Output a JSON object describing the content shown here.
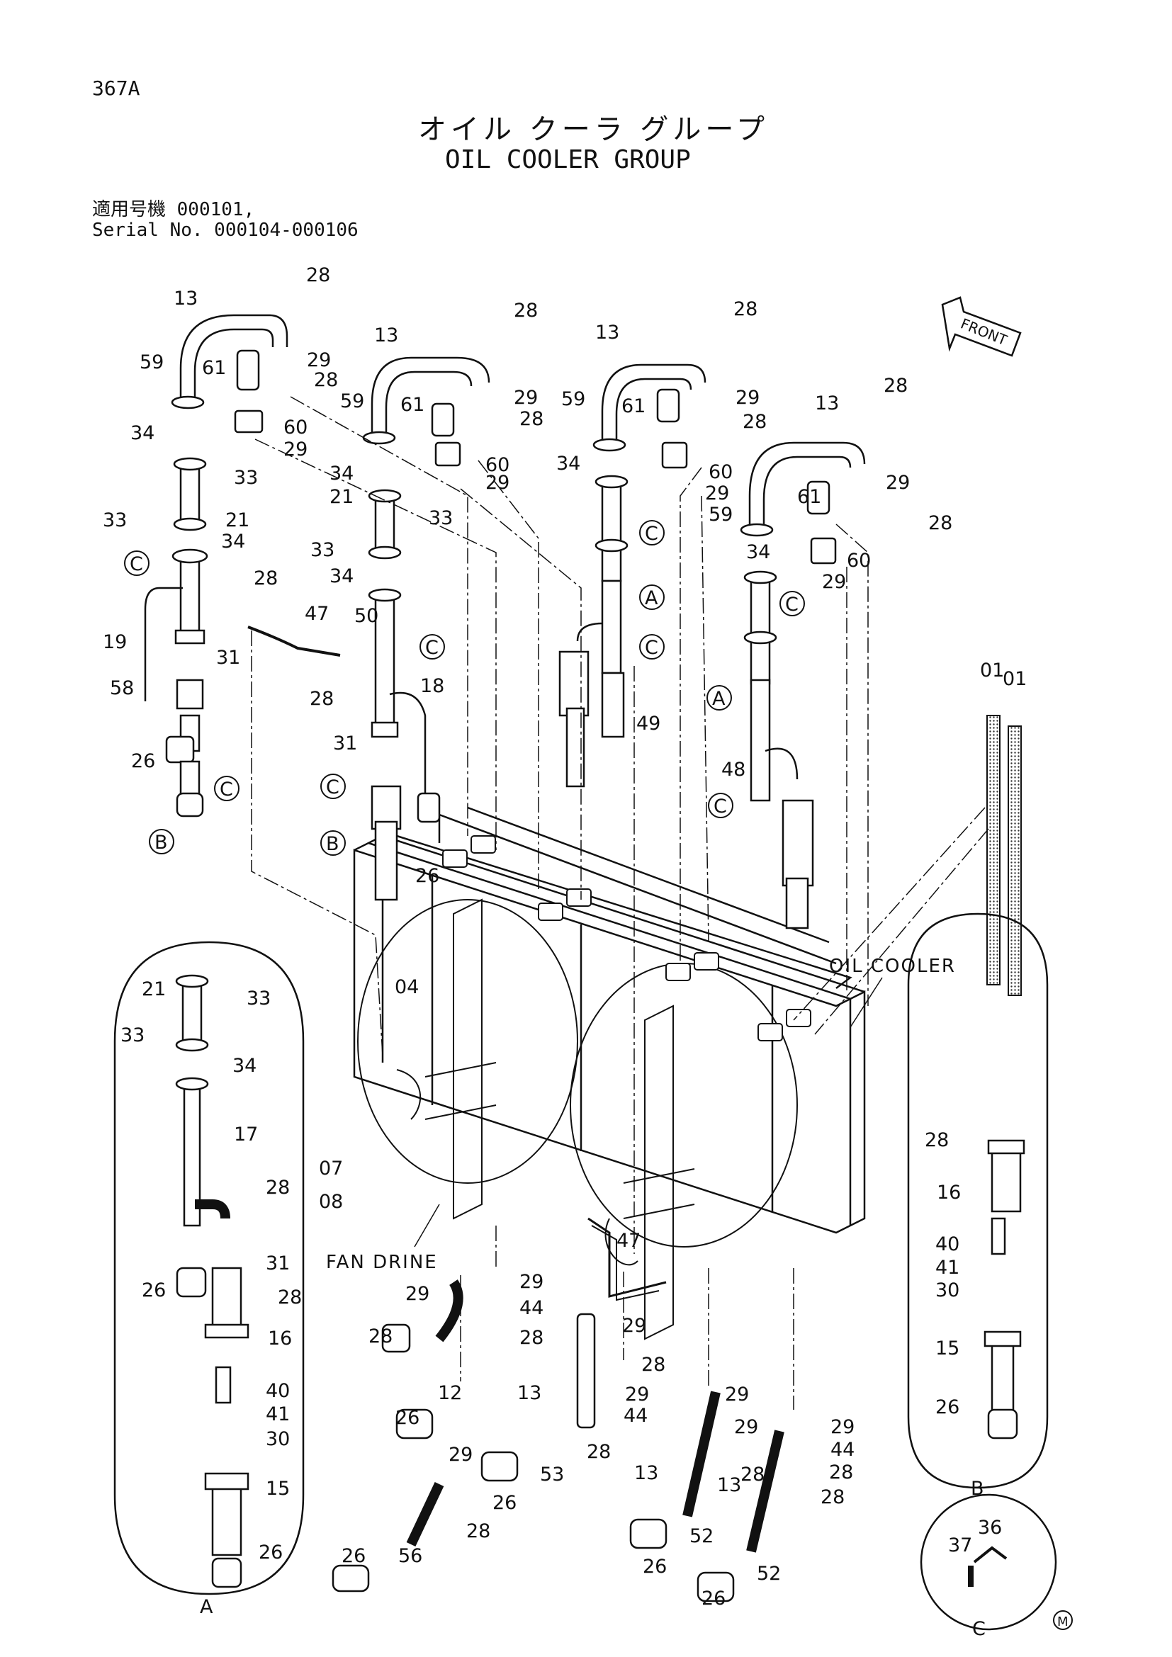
{
  "header": {
    "page_code": "367A",
    "title_jp": "オイル クーラ グループ",
    "title_en": "OIL COOLER GROUP",
    "serial_jp": "適用号機 000101,",
    "serial_en": "Serial No. 000104-000106"
  },
  "captions": {
    "oil_cooler": "OIL COOLER",
    "fan_drive": "FAN DRINE",
    "front": "FRONT",
    "detail_a": "A",
    "detail_b": "B",
    "detail_c": "C",
    "mark": "M"
  },
  "part_labels": [
    {
      "id": "p1",
      "text": "28"
    },
    {
      "id": "p2",
      "text": "13"
    },
    {
      "id": "p3",
      "text": "59"
    },
    {
      "id": "p4",
      "text": "61"
    },
    {
      "id": "p5",
      "text": "29"
    },
    {
      "id": "p6",
      "text": "28"
    },
    {
      "id": "p7",
      "text": "34"
    },
    {
      "id": "p8",
      "text": "60"
    },
    {
      "id": "p9",
      "text": "29"
    },
    {
      "id": "p10",
      "text": "33"
    },
    {
      "id": "p11",
      "text": "33"
    },
    {
      "id": "p12",
      "text": "21"
    },
    {
      "id": "p13",
      "text": "34"
    },
    {
      "id": "p14",
      "text": "28"
    },
    {
      "id": "p15",
      "text": "19"
    },
    {
      "id": "p16",
      "text": "31"
    },
    {
      "id": "p17",
      "text": "58"
    },
    {
      "id": "p18",
      "text": "26"
    },
    {
      "id": "p19",
      "text": "28"
    },
    {
      "id": "p20",
      "text": "13"
    },
    {
      "id": "p21",
      "text": "59"
    },
    {
      "id": "p22",
      "text": "61"
    },
    {
      "id": "p23",
      "text": "29"
    },
    {
      "id": "p24",
      "text": "28"
    },
    {
      "id": "p25",
      "text": "60"
    },
    {
      "id": "p26",
      "text": "29"
    },
    {
      "id": "p27",
      "text": "34"
    },
    {
      "id": "p28",
      "text": "21"
    },
    {
      "id": "p29",
      "text": "33"
    },
    {
      "id": "p30",
      "text": "33"
    },
    {
      "id": "p31",
      "text": "34"
    },
    {
      "id": "p32",
      "text": "47"
    },
    {
      "id": "p33",
      "text": "50"
    },
    {
      "id": "p34",
      "text": "18"
    },
    {
      "id": "p35",
      "text": "28"
    },
    {
      "id": "p36",
      "text": "31"
    },
    {
      "id": "p37",
      "text": "26"
    },
    {
      "id": "p38",
      "text": "28"
    },
    {
      "id": "p39",
      "text": "13"
    },
    {
      "id": "p40",
      "text": "59"
    },
    {
      "id": "p41",
      "text": "61"
    },
    {
      "id": "p42",
      "text": "29"
    },
    {
      "id": "p43",
      "text": "28"
    },
    {
      "id": "p44",
      "text": "34"
    },
    {
      "id": "p45",
      "text": "60"
    },
    {
      "id": "p46",
      "text": "29"
    },
    {
      "id": "p47",
      "text": "49"
    },
    {
      "id": "p48",
      "text": "28"
    },
    {
      "id": "p49",
      "text": "13"
    },
    {
      "id": "p50",
      "text": "61"
    },
    {
      "id": "p51",
      "text": "29"
    },
    {
      "id": "p52",
      "text": "59"
    },
    {
      "id": "p53",
      "text": "28"
    },
    {
      "id": "p54",
      "text": "34"
    },
    {
      "id": "p55",
      "text": "60"
    },
    {
      "id": "p56",
      "text": "29"
    },
    {
      "id": "p57",
      "text": "48"
    },
    {
      "id": "p58",
      "text": "01"
    },
    {
      "id": "p59",
      "text": "01"
    },
    {
      "id": "p60",
      "text": "04"
    },
    {
      "id": "p61",
      "text": "07"
    },
    {
      "id": "p62",
      "text": "08"
    },
    {
      "id": "p63",
      "text": "47"
    },
    {
      "id": "p64",
      "text": "29"
    },
    {
      "id": "p65",
      "text": "29"
    },
    {
      "id": "p66",
      "text": "44"
    },
    {
      "id": "p67",
      "text": "28"
    },
    {
      "id": "p68",
      "text": "28"
    },
    {
      "id": "p69",
      "text": "12"
    },
    {
      "id": "p70",
      "text": "26"
    },
    {
      "id": "p71",
      "text": "29"
    },
    {
      "id": "p72",
      "text": "26"
    },
    {
      "id": "p73",
      "text": "56"
    },
    {
      "id": "p74",
      "text": "28"
    },
    {
      "id": "p75",
      "text": "13"
    },
    {
      "id": "p76",
      "text": "53"
    },
    {
      "id": "p77",
      "text": "26"
    },
    {
      "id": "p78",
      "text": "29"
    },
    {
      "id": "p79",
      "text": "28"
    },
    {
      "id": "p80",
      "text": "29"
    },
    {
      "id": "p81",
      "text": "29"
    },
    {
      "id": "p82",
      "text": "44"
    },
    {
      "id": "p83",
      "text": "28"
    },
    {
      "id": "p84",
      "text": "13"
    },
    {
      "id": "p85",
      "text": "28"
    },
    {
      "id": "p86",
      "text": "29"
    },
    {
      "id": "p87",
      "text": "29"
    },
    {
      "id": "p88",
      "text": "44"
    },
    {
      "id": "p89",
      "text": "28"
    },
    {
      "id": "p90",
      "text": "13"
    },
    {
      "id": "p91",
      "text": "28"
    },
    {
      "id": "p92",
      "text": "52"
    },
    {
      "id": "p93",
      "text": "26"
    },
    {
      "id": "p94",
      "text": "52"
    },
    {
      "id": "p95",
      "text": "26"
    },
    {
      "id": "p96",
      "text": "21"
    },
    {
      "id": "p97",
      "text": "33"
    },
    {
      "id": "p98",
      "text": "33"
    },
    {
      "id": "p99",
      "text": "34"
    },
    {
      "id": "p100",
      "text": "17"
    },
    {
      "id": "p101",
      "text": "28"
    },
    {
      "id": "p102",
      "text": "31"
    },
    {
      "id": "p103",
      "text": "26"
    },
    {
      "id": "p104",
      "text": "28"
    },
    {
      "id": "p105",
      "text": "16"
    },
    {
      "id": "p106",
      "text": "40"
    },
    {
      "id": "p107",
      "text": "41"
    },
    {
      "id": "p108",
      "text": "30"
    },
    {
      "id": "p109",
      "text": "15"
    },
    {
      "id": "p110",
      "text": "26"
    },
    {
      "id": "p111",
      "text": "28"
    },
    {
      "id": "p112",
      "text": "16"
    },
    {
      "id": "p113",
      "text": "40"
    },
    {
      "id": "p114",
      "text": "41"
    },
    {
      "id": "p115",
      "text": "30"
    },
    {
      "id": "p116",
      "text": "15"
    },
    {
      "id": "p117",
      "text": "26"
    },
    {
      "id": "p118",
      "text": "37"
    },
    {
      "id": "p119",
      "text": "36"
    }
  ],
  "callouts": [
    {
      "id": "c1",
      "text": "C"
    },
    {
      "id": "c2",
      "text": "C"
    },
    {
      "id": "c3",
      "text": "B"
    },
    {
      "id": "c4",
      "text": "C"
    },
    {
      "id": "c5",
      "text": "C"
    },
    {
      "id": "c6",
      "text": "B"
    },
    {
      "id": "c7",
      "text": "C"
    },
    {
      "id": "c8",
      "text": "A"
    },
    {
      "id": "c9",
      "text": "C"
    },
    {
      "id": "c10",
      "text": "A"
    },
    {
      "id": "c11",
      "text": "C"
    },
    {
      "id": "c12",
      "text": "C"
    }
  ]
}
